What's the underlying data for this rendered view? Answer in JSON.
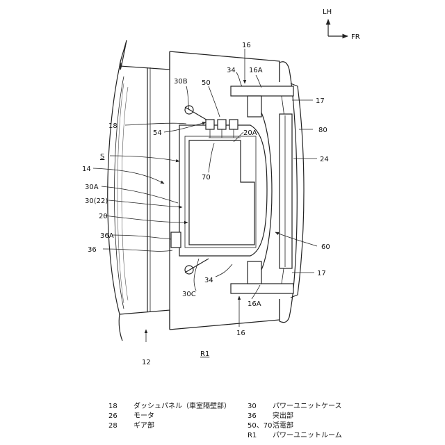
{
  "compass": {
    "vertical": "LH",
    "horizontal": "FR"
  },
  "labels": {
    "l16_top": "16",
    "l34_top": "34",
    "l16A_top": "16A",
    "l30B": "30B",
    "l50": "50",
    "l17_top": "17",
    "l18": "18",
    "l54": "54",
    "l20A": "20A",
    "l80": "80",
    "lS": "S",
    "l24": "24",
    "l14": "14",
    "l70": "70",
    "l30A": "30A",
    "l30_22": "30(22)",
    "l20": "20",
    "l36A": "36A",
    "l36": "36",
    "l60": "60",
    "l17_bot": "17",
    "l34_bot": "34",
    "l30C": "30C",
    "l16A_bot": "16A",
    "l16_bot": "16",
    "lR1": "R1",
    "l12": "12"
  },
  "legend": [
    {
      "num": "18",
      "text": "ダッシュパネル（車室隔壁部）"
    },
    {
      "num": "26",
      "text": "モータ"
    },
    {
      "num": "28",
      "text": "ギア部"
    },
    {
      "num": "30",
      "text": "パワーユニットケース"
    },
    {
      "num": "36",
      "text": "突出部"
    },
    {
      "num": "50、70",
      "text": "活電部"
    },
    {
      "num": "R1",
      "text": "パワーユニットルーム"
    }
  ]
}
